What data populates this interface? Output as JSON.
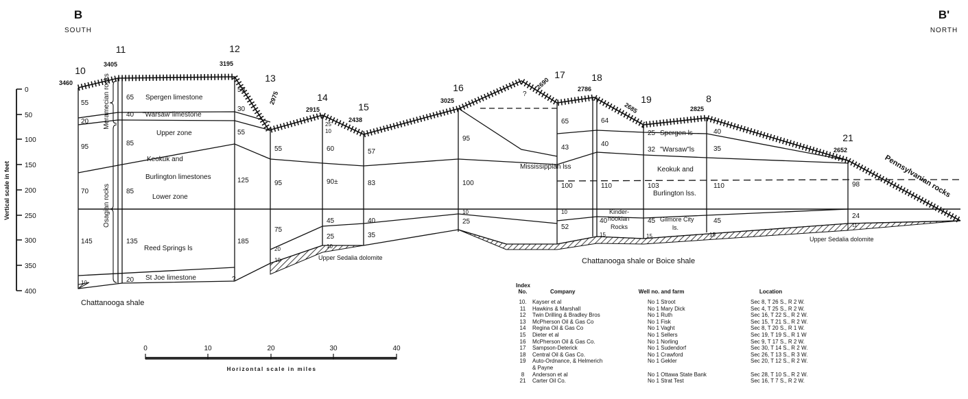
{
  "section": {
    "left_letter": "B",
    "left_dir": "SOUTH",
    "right_letter": "B'",
    "right_dir": "NORTH"
  },
  "vscale": {
    "label": "Vertical scale in feet",
    "ticks": [
      "0",
      "50",
      "100",
      "150",
      "200",
      "250",
      "300",
      "350",
      "400"
    ]
  },
  "hscale": {
    "label": "Horizontal scale in miles",
    "ticks": [
      "0",
      "10",
      "20",
      "30",
      "40"
    ]
  },
  "wells": [
    {
      "num": "10",
      "elev": "3460"
    },
    {
      "num": "11",
      "elev": "3405"
    },
    {
      "num": "12",
      "elev": "3195"
    },
    {
      "num": "13",
      "elev": "2975"
    },
    {
      "num": "14",
      "elev": "2915"
    },
    {
      "num": "15",
      "elev": "2438"
    },
    {
      "num": "16",
      "elev": "3025"
    },
    {
      "num": "17",
      "elev": "2690"
    },
    {
      "num": "18",
      "elev": "2786"
    },
    {
      "num": "19",
      "elev": "2685"
    },
    {
      "num": "8",
      "elev": "2825"
    },
    {
      "num": "21",
      "elev": "2652"
    }
  ],
  "units": {
    "meramecian": "Meramecian rocks",
    "osagian": "Osagian rocks",
    "spergen": "Spergen limestone",
    "warsaw": "\"Warsaw\"limestone",
    "upper_zone": "Upper zone",
    "keokuk": "Keokuk and",
    "burlington": "Burlington limestones",
    "lower_zone": "Lower zone",
    "reed": "Reed Springs ls",
    "stjoe": "St Joe limestone",
    "chatt_left": "Chattanooga shale",
    "sedalia1": "Upper Sedalia dolomite",
    "chatt_boice": "Chattanooga shale or Boice shale",
    "miss": "Mississippian lss",
    "kinder": "Kinder-",
    "hookian": "hookian",
    "rocks": "Rocks",
    "gilmore": "Gilmore City",
    "gilmore_ls": "ls.",
    "spergen_ls": "Spergen ls",
    "warsaw_ls": "\"Warsaw\"ls",
    "keokuk2": "Keokuk and",
    "burlington2": "Burlington lss.",
    "sedalia2": "Upper Sedalia dolomite",
    "penn": "Pennsylvanian rocks",
    "question": "?"
  },
  "thick": {
    "w10": [
      "55",
      "20",
      "95",
      "70",
      "145",
      "10"
    ],
    "w11": [
      "65",
      "40",
      "85",
      "85",
      "135",
      "20"
    ],
    "w12": [
      "50",
      "30",
      "55",
      "125",
      "185"
    ],
    "w13": [
      "55",
      "95",
      "75",
      "20",
      "10"
    ],
    "w14": [
      "25",
      "10",
      "60",
      "90±",
      "45",
      "25",
      "10"
    ],
    "w15": [
      "57",
      "83",
      "40",
      "35"
    ],
    "w16": [
      "95",
      "100",
      "10",
      "25"
    ],
    "w17": [
      "65",
      "43",
      "100",
      "10",
      "52"
    ],
    "w18": [
      "64",
      "40",
      "110",
      "40",
      "15"
    ],
    "w19": [
      "25",
      "32",
      "103",
      "45",
      "15"
    ],
    "w8": [
      "40",
      "35",
      "110",
      "45",
      "15"
    ],
    "w21": [
      "98",
      "24",
      "11"
    ]
  },
  "legend": {
    "headers": [
      "Index No.",
      "Company",
      "Well no. and farm",
      "Location"
    ],
    "rows": [
      {
        "idx": "10.",
        "company": "Kayser et al",
        "well": "No 1 Stroot",
        "loc": "Sec 8, T 26 S., R 2 W."
      },
      {
        "idx": "11",
        "company": "Hawkins & Marshall",
        "well": "No 1 Mary Dick",
        "loc": "Sec 4, T 25 S., R 2 W."
      },
      {
        "idx": "12",
        "company": "Twin Drilling & Bradley Bros",
        "well": "No 1 Ruth",
        "loc": "Sec 16, T 22 S., R 2 W."
      },
      {
        "idx": "13",
        "company": "McPherson Oil & Gas Co",
        "well": "No 1 Fisk",
        "loc": "Sec 15, T 21 S., R 2 W."
      },
      {
        "idx": "14",
        "company": "Regina Oil & Gas Co",
        "well": "No 1 Vaght",
        "loc": "Sec 8, T 20 S., R 1 W."
      },
      {
        "idx": "15",
        "company": "Dieter et al",
        "well": "No 1 Sellers",
        "loc": "Sec 19, T 19 S., R 1 W"
      },
      {
        "idx": "16",
        "company": "McPherson Oil & Gas Co.",
        "well": "No 1 Norling",
        "loc": "Sec 9, T 17 S., R 2 W."
      },
      {
        "idx": "17",
        "company": "Sampson-Deterick",
        "well": "No 1 Sudendorf",
        "loc": "Sec 30, T 14 S., R 2 W."
      },
      {
        "idx": "18",
        "company": "Central Oil & Gas Co.",
        "well": "No 1 Crawford",
        "loc": "Sec 26, T 13 S., R 3 W."
      },
      {
        "idx": "19",
        "company": "Auto-Ordnance, & Helmerich",
        "well": "No 1 Gekler",
        "loc": "Sec 20, T 12 S., R 2 W."
      },
      {
        "idx": "",
        "company": "& Payne",
        "well": "",
        "loc": ""
      },
      {
        "idx": "8",
        "company": "Anderson et al",
        "well": "No 1 Ottawa State Bank",
        "loc": "Sec 28, T 10 S., R 2 W."
      },
      {
        "idx": "21",
        "company": "Carter Oil Co.",
        "well": "No 1 Strat Test",
        "loc": "Sec 16, T 7 S., R 2 W."
      }
    ]
  }
}
